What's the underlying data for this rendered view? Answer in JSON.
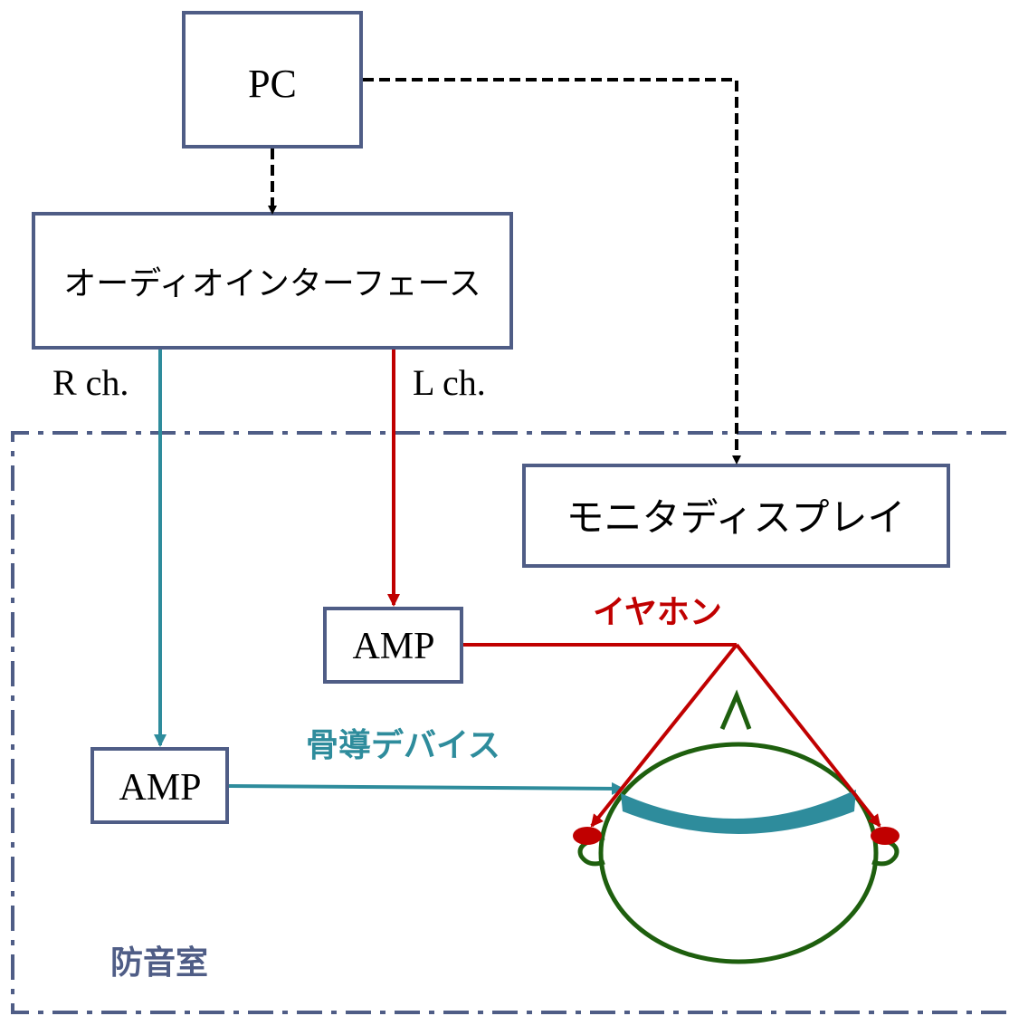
{
  "colors": {
    "box_border": "#4f5d86",
    "dashed_black": "#000000",
    "r_channel": "#2e8c9c",
    "l_channel": "#c00000",
    "head_outline": "#1e5f0e",
    "room_border": "#4f5d86",
    "room_label": "#4f5d86"
  },
  "nodes": {
    "pc": "PC",
    "audio_interface": "オーディオインターフェース",
    "monitor": "モニタディスプレイ",
    "amp_left": "AMP",
    "amp_right": "AMP"
  },
  "labels": {
    "r_channel": "R ch.",
    "l_channel": "L ch.",
    "earphone": "イヤホン",
    "bone_device": "骨導デバイス",
    "room": "防音室"
  },
  "icons": {
    "head": "head-icon",
    "ear": "ear-icon"
  }
}
